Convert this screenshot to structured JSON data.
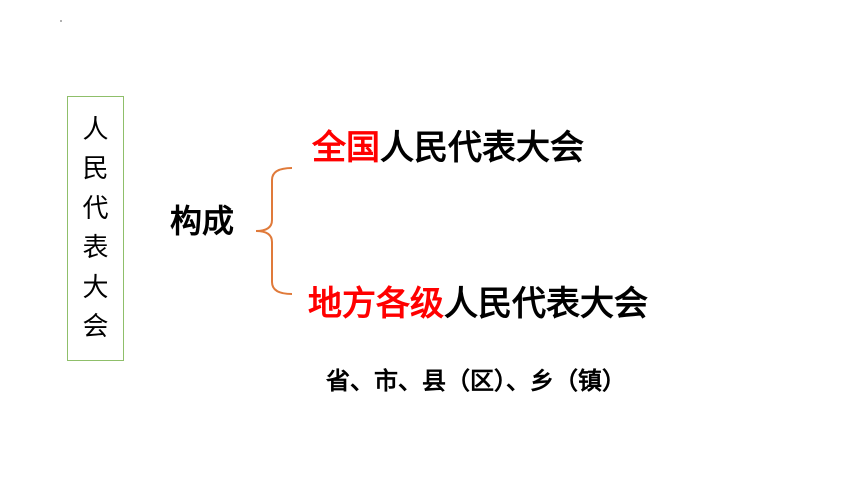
{
  "vertical_title": [
    "人",
    "民",
    "代",
    "表",
    "大",
    "会"
  ],
  "center_label": "构成",
  "branches": {
    "top": {
      "highlight": "全国",
      "rest": "人民代表大会"
    },
    "bottom": {
      "highlight": "地方各级",
      "rest": "人民代表大会"
    }
  },
  "subnote": "省、市、县（区）、乡（镇）",
  "colors": {
    "highlight": "#ff0000",
    "text": "#000000",
    "bracket": "#e07a3a",
    "box_border": "#8fbf6a"
  }
}
